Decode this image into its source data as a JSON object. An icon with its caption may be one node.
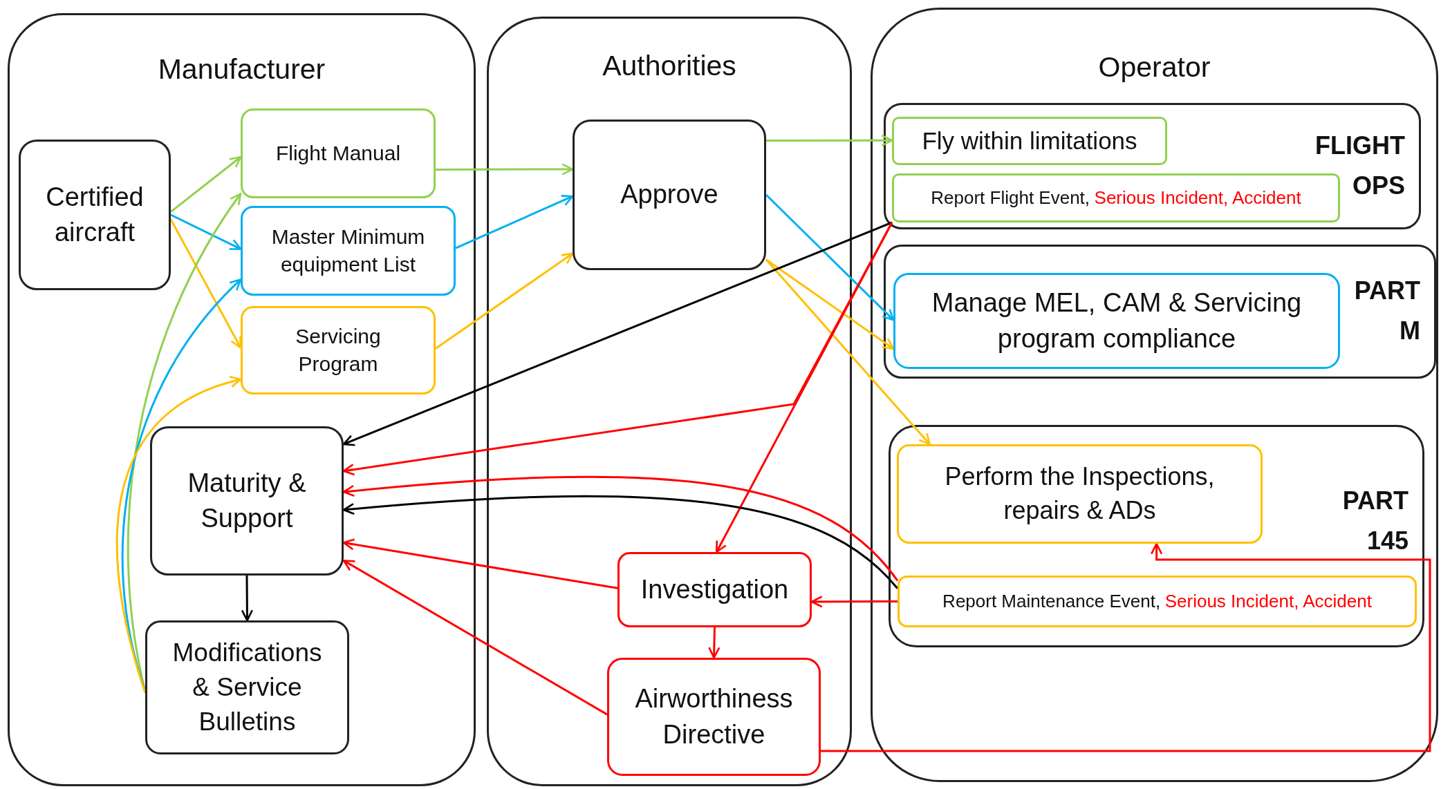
{
  "diagram": {
    "nodes": [
      {
        "text": [
          "Manufacturer"
        ]
      },
      {
        "text": [
          "Certified aircraft"
        ],
        "in": 0
      },
      {
        "text": [
          "Flight Manual"
        ],
        "in": 0
      },
      {
        "text": [
          "Master Minimum equipment List"
        ],
        "in": 0
      },
      {
        "text": [
          "Servicing Program"
        ],
        "in": 0
      },
      {
        "text": [
          "Maturity & Support"
        ],
        "in": 0
      },
      {
        "text": [
          "Modifications & Service Bulletins"
        ],
        "in": 0
      },
      {
        "text": [
          "Authorities"
        ]
      },
      {
        "text": [
          "Approve"
        ],
        "in": 7
      },
      {
        "text": [
          "Investigation"
        ],
        "in": 7
      },
      {
        "text": [
          "Airworthiness Directive"
        ],
        "in": 7
      },
      {
        "text": [
          "Operator"
        ]
      },
      {
        "text": [
          "FLIGHT OPS"
        ],
        "in": 11
      },
      {
        "text": [
          "Fly within limitations"
        ],
        "in": 12
      },
      {
        "text": [
          "Report Flight Event,",
          "Serious Incident, Accident"
        ],
        "in": 12
      },
      {
        "text": [
          "PART M"
        ],
        "in": 11
      },
      {
        "text": [
          "Manage MEL, CAM & Servicing program compliance"
        ],
        "in": 15
      },
      {
        "text": [
          "PART 145"
        ],
        "in": 11
      },
      {
        "text": [
          "Perform the Inspections, repairs & ADs"
        ],
        "in": 17
      },
      {
        "text": [
          "Report Maintenance Event,",
          "Serious Incident, Accident"
        ],
        "in": 17
      }
    ],
    "edges": [
      {
        "from": 1,
        "to": 2,
        "arrow": "to",
        "color": "#92d050"
      },
      {
        "from": 1,
        "to": 3,
        "arrow": "to",
        "color": "#00b0f0"
      },
      {
        "from": 1,
        "to": 4,
        "arrow": "to",
        "color": "#ffc000"
      },
      {
        "from": 6,
        "to": 2,
        "arrow": "to",
        "color": "#92d050"
      },
      {
        "from": 6,
        "to": 3,
        "arrow": "to",
        "color": "#00b0f0"
      },
      {
        "from": 6,
        "to": 4,
        "arrow": "to",
        "color": "#ffc000"
      },
      {
        "from": 2,
        "to": 8,
        "arrow": "to",
        "color": "#92d050"
      },
      {
        "from": 3,
        "to": 8,
        "arrow": "to",
        "color": "#00b0f0"
      },
      {
        "from": 4,
        "to": 8,
        "arrow": "to",
        "color": "#ffc000"
      },
      {
        "from": 8,
        "to": 13,
        "arrow": "to",
        "color": "#92d050"
      },
      {
        "from": 8,
        "to": 16,
        "arrow": "to",
        "color": "#00b0f0"
      },
      {
        "from": 8,
        "to": 16,
        "arrow": "to",
        "color": "#ffc000"
      },
      {
        "from": 8,
        "to": 18,
        "arrow": "to",
        "color": "#ffc000"
      },
      {
        "from": 14,
        "to": 5,
        "arrow": "to",
        "color": "#000000"
      },
      {
        "from": 14,
        "to": 9,
        "arrow": "to",
        "color": "#ff0000"
      },
      {
        "from": 14,
        "to": 5,
        "arrow": "to",
        "color": "#ff0000"
      },
      {
        "from": 19,
        "to": 5,
        "arrow": "to",
        "color": "#ff0000"
      },
      {
        "from": 19,
        "to": 5,
        "arrow": "to",
        "color": "#000000"
      },
      {
        "from": 9,
        "to": 5,
        "arrow": "to",
        "color": "#ff0000"
      },
      {
        "from": 10,
        "to": 5,
        "arrow": "to",
        "color": "#ff0000"
      },
      {
        "from": 19,
        "to": 9,
        "arrow": "to",
        "color": "#ff0000"
      },
      {
        "from": 9,
        "to": 10,
        "arrow": "to",
        "color": "#ff0000"
      },
      {
        "from": 10,
        "to": 18,
        "arrow": "to",
        "color": "#ff0000"
      },
      {
        "from": 5,
        "to": 6,
        "arrow": "to",
        "color": "#000000"
      }
    ]
  }
}
